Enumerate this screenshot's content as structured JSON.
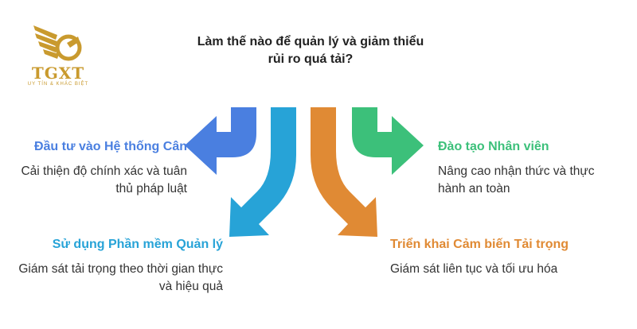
{
  "logo": {
    "name": "TGXT",
    "tagline": "UY TÍN & KHÁC BIỆT"
  },
  "title": "Làm thế nào để quản lý và giảm thiểu rủi ro quá tải?",
  "items": [
    {
      "heading": "Đầu tư vào Hệ thống Cân",
      "description": "Cải thiện độ chính xác và tuân thủ pháp luật",
      "color": "#4a7fe0"
    },
    {
      "heading": "Sử dụng Phần mềm Quản lý",
      "description": "Giám sát tải trọng theo thời gian thực và hiệu quả",
      "color": "#27a3d7"
    },
    {
      "heading": "Đào tạo Nhân viên",
      "description": "Nâng cao nhận thức và thực hành an toàn",
      "color": "#3cc07a"
    },
    {
      "heading": "Triển khai Cảm biến Tải trọng",
      "description": "Giám sát liên tục và tối ưu hóa",
      "color": "#e08a34"
    }
  ]
}
